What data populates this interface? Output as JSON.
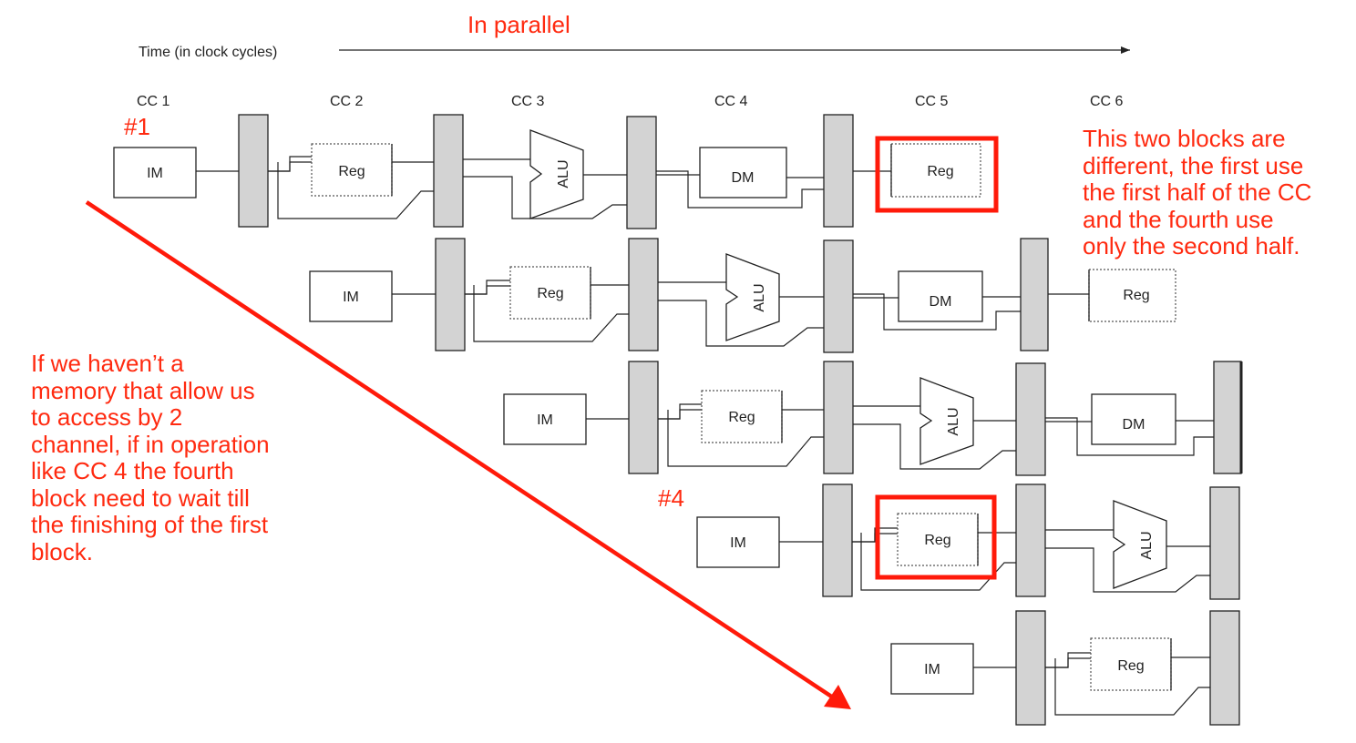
{
  "title": "In parallel",
  "time_axis_label": "Time (in clock cycles)",
  "clock_cycles": [
    "CC 1",
    "CC 2",
    "CC 3",
    "CC 4",
    "CC 5",
    "CC 6"
  ],
  "stage_labels": {
    "im": "IM",
    "reg": "Reg",
    "alu": "ALU",
    "dm": "DM"
  },
  "markers": {
    "first": "#1",
    "fourth": "#4"
  },
  "notes": {
    "right": "This two blocks are\ndifferent, the first use\nthe first half of the CC\nand the fourth use\nonly the second half.",
    "left": "If we haven’t a\nmemory that allow us\nto access by 2\nchannel, if in operation\nlike CC 4 the fourth\nblock need to wait till\nthe finishing of the first\nblock."
  },
  "colors": {
    "annotation": "#ff2a10",
    "pipeline_register": "#d3d3d3"
  }
}
